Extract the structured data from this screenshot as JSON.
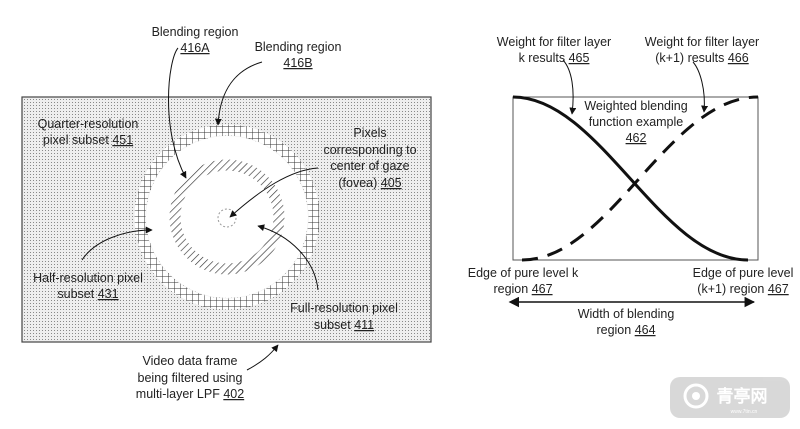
{
  "figure_left": {
    "blend_a": {
      "line1": "Blending region",
      "ref": "416A"
    },
    "blend_b": {
      "line1": "Blending region",
      "ref": "416B"
    },
    "quarter": {
      "line1": "Quarter-resolution",
      "line2": "pixel subset ",
      "ref": "451"
    },
    "fovea": {
      "line1": "Pixels",
      "line2": "corresponding to",
      "line3": "center of gaze",
      "line4": "(fovea) ",
      "ref": "405"
    },
    "half": {
      "line1": "Half-resolution pixel",
      "line2": "subset ",
      "ref": "431"
    },
    "full": {
      "line1": "Full-resolution pixel",
      "line2": "subset ",
      "ref": "411"
    },
    "frame": {
      "line1": "Video data frame",
      "line2": "being filtered using",
      "line3": "multi-layer LPF ",
      "ref": "402"
    }
  },
  "figure_right": {
    "weight_k": {
      "line1": "Weight for filter layer",
      "line2": "k results ",
      "ref": "465"
    },
    "weight_k1": {
      "line1": "Weight for filter layer",
      "line2": "(k+1) results ",
      "ref": "466"
    },
    "function": {
      "line1": "Weighted blending",
      "line2": "function example",
      "ref": "462"
    },
    "edge_k": {
      "line1": "Edge of pure level k",
      "line2": "region ",
      "ref": "467"
    },
    "edge_k1": {
      "line1": "Edge of pure level",
      "line2": "(k+1) region ",
      "ref": "467"
    },
    "width": {
      "line1": "Width of blending",
      "line2": "region ",
      "ref": "464"
    }
  },
  "watermark": {
    "text": "青亭网",
    "sub": "www.7tin.cn"
  }
}
